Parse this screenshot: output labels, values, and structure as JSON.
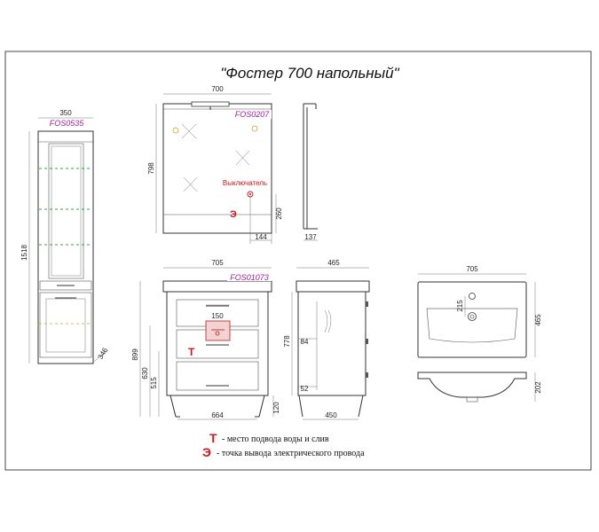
{
  "title": "\"Фостер 700 напольный\"",
  "pencil_case": {
    "code": "FOS0535",
    "width": "350",
    "height": "1518",
    "depth": "346"
  },
  "mirror": {
    "code": "FOS0207",
    "width": "700",
    "height": "798",
    "switch_label": "Выключатель",
    "socket_offset_x": "144",
    "socket_offset_y": "260",
    "side_depth": "137"
  },
  "vanity": {
    "code": "FOS01073",
    "top_width": "705",
    "pipe_zone_width": "150",
    "total_height": "899",
    "body_height": "630",
    "pipe_height": "515",
    "leg_height": "120",
    "base_width": "664",
    "side_top_width": "465",
    "side_height": "778",
    "side_dim_a": "84",
    "side_dim_b": "52",
    "side_base_width": "450"
  },
  "sink": {
    "width": "705",
    "depth": "465",
    "inner_dim": "215",
    "height": "202"
  },
  "legend": {
    "t_glyph": "Т",
    "t_text": "- место подвода воды и слив",
    "e_glyph": "Э",
    "e_text": "- точка вывода электрического провода"
  },
  "colors": {
    "code_label": "#a020a0",
    "marker_red": "#d01818",
    "shelf_dash": "#39a039"
  },
  "icons": [
    "marker-t-icon",
    "marker-e-icon",
    "switch-marker-icon",
    "drain-hole-icon",
    "faucet-hole-icon"
  ]
}
